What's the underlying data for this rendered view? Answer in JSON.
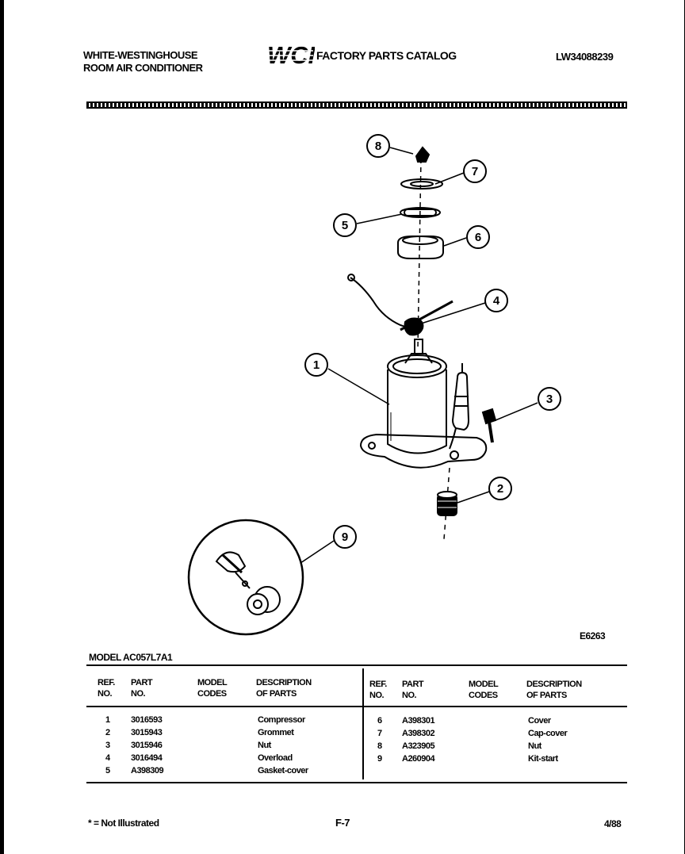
{
  "header": {
    "brand_line1": "WHITE-WESTINGHOUSE",
    "brand_line2": "ROOM AIR CONDITIONER",
    "logo_text": "WCI",
    "catalog_title": "FACTORY PARTS CATALOG",
    "catalog_number": "LW34088239"
  },
  "diagram": {
    "callouts": [
      "1",
      "2",
      "3",
      "4",
      "5",
      "6",
      "7",
      "8",
      "9"
    ],
    "figure_code": "E6263"
  },
  "model": {
    "label": "MODEL AC057L7A1"
  },
  "table": {
    "headers": {
      "ref_no": [
        "REF.",
        "NO."
      ],
      "part_no": [
        "PART",
        "NO."
      ],
      "model_codes": [
        "MODEL",
        "CODES"
      ],
      "description": [
        "DESCRIPTION",
        "OF PARTS"
      ]
    },
    "left_rows": [
      {
        "ref": "1",
        "part": "3016593",
        "code": "",
        "desc": "Compressor"
      },
      {
        "ref": "2",
        "part": "3015943",
        "code": "",
        "desc": "Grommet"
      },
      {
        "ref": "3",
        "part": "3015946",
        "code": "",
        "desc": "Nut"
      },
      {
        "ref": "4",
        "part": "3016494",
        "code": "",
        "desc": "Overload"
      },
      {
        "ref": "5",
        "part": "A398309",
        "code": "",
        "desc": "Gasket-cover"
      }
    ],
    "right_rows": [
      {
        "ref": "6",
        "part": "A398301",
        "code": "",
        "desc": "Cover"
      },
      {
        "ref": "7",
        "part": "A398302",
        "code": "",
        "desc": "Cap-cover"
      },
      {
        "ref": "8",
        "part": "A323905",
        "code": "",
        "desc": "Nut"
      },
      {
        "ref": "9",
        "part": "A260904",
        "code": "",
        "desc": "Kit-start"
      }
    ]
  },
  "footer": {
    "note": "* = Not Illustrated",
    "page": "F-7",
    "date": "4/88"
  }
}
